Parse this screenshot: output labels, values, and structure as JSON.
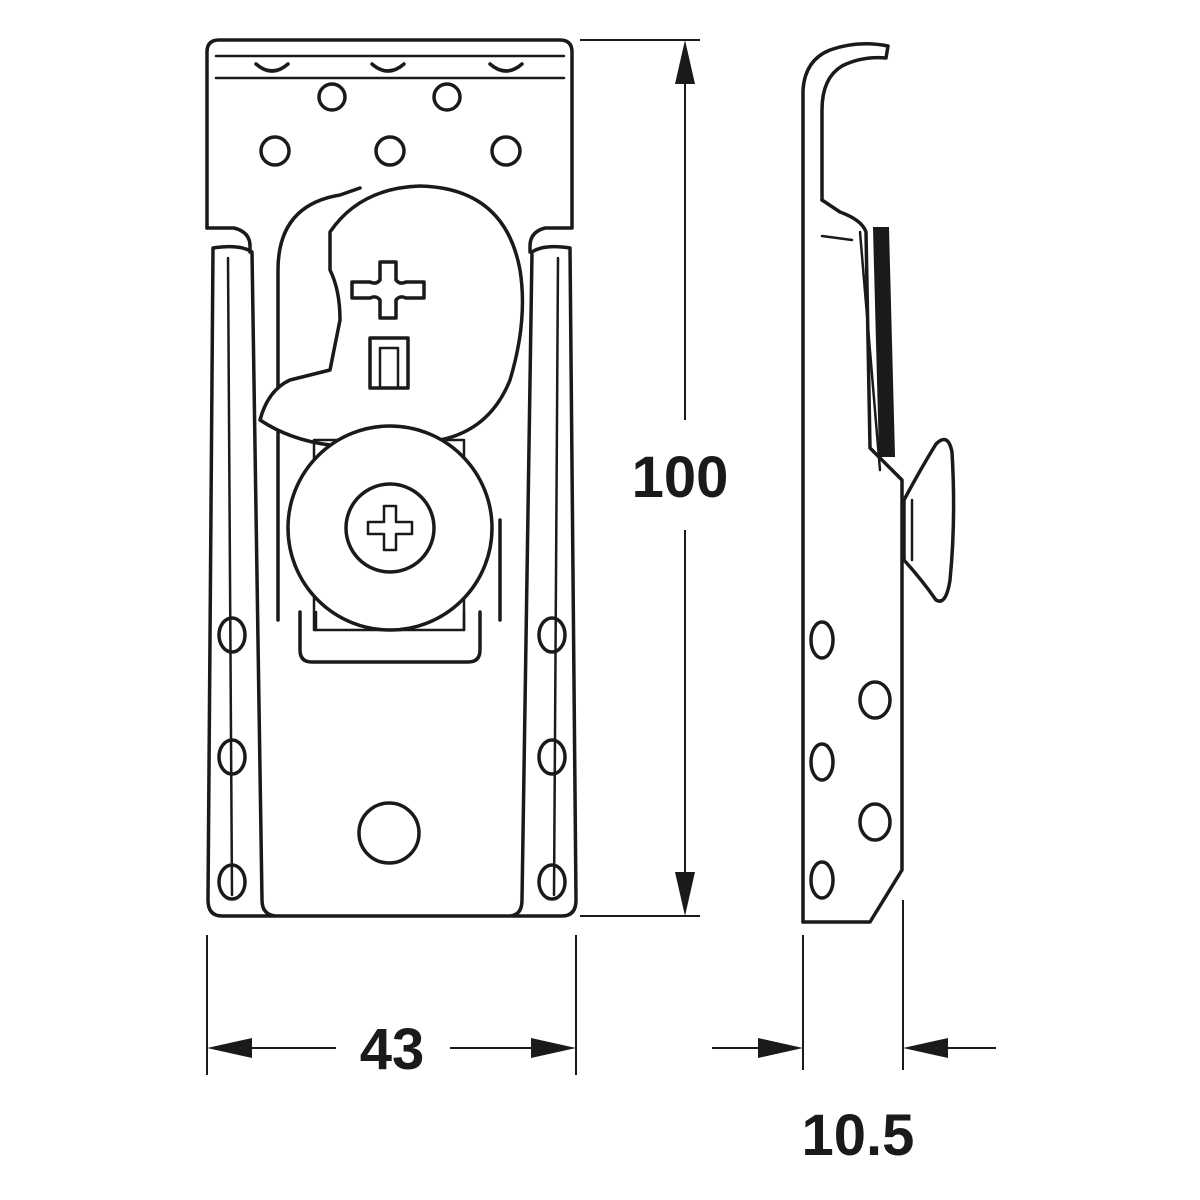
{
  "dimensions": {
    "height_label": "100",
    "width_label": "43",
    "depth_label": "10.5"
  },
  "colors": {
    "line": "#1a1a1a",
    "background": "#ffffff"
  }
}
